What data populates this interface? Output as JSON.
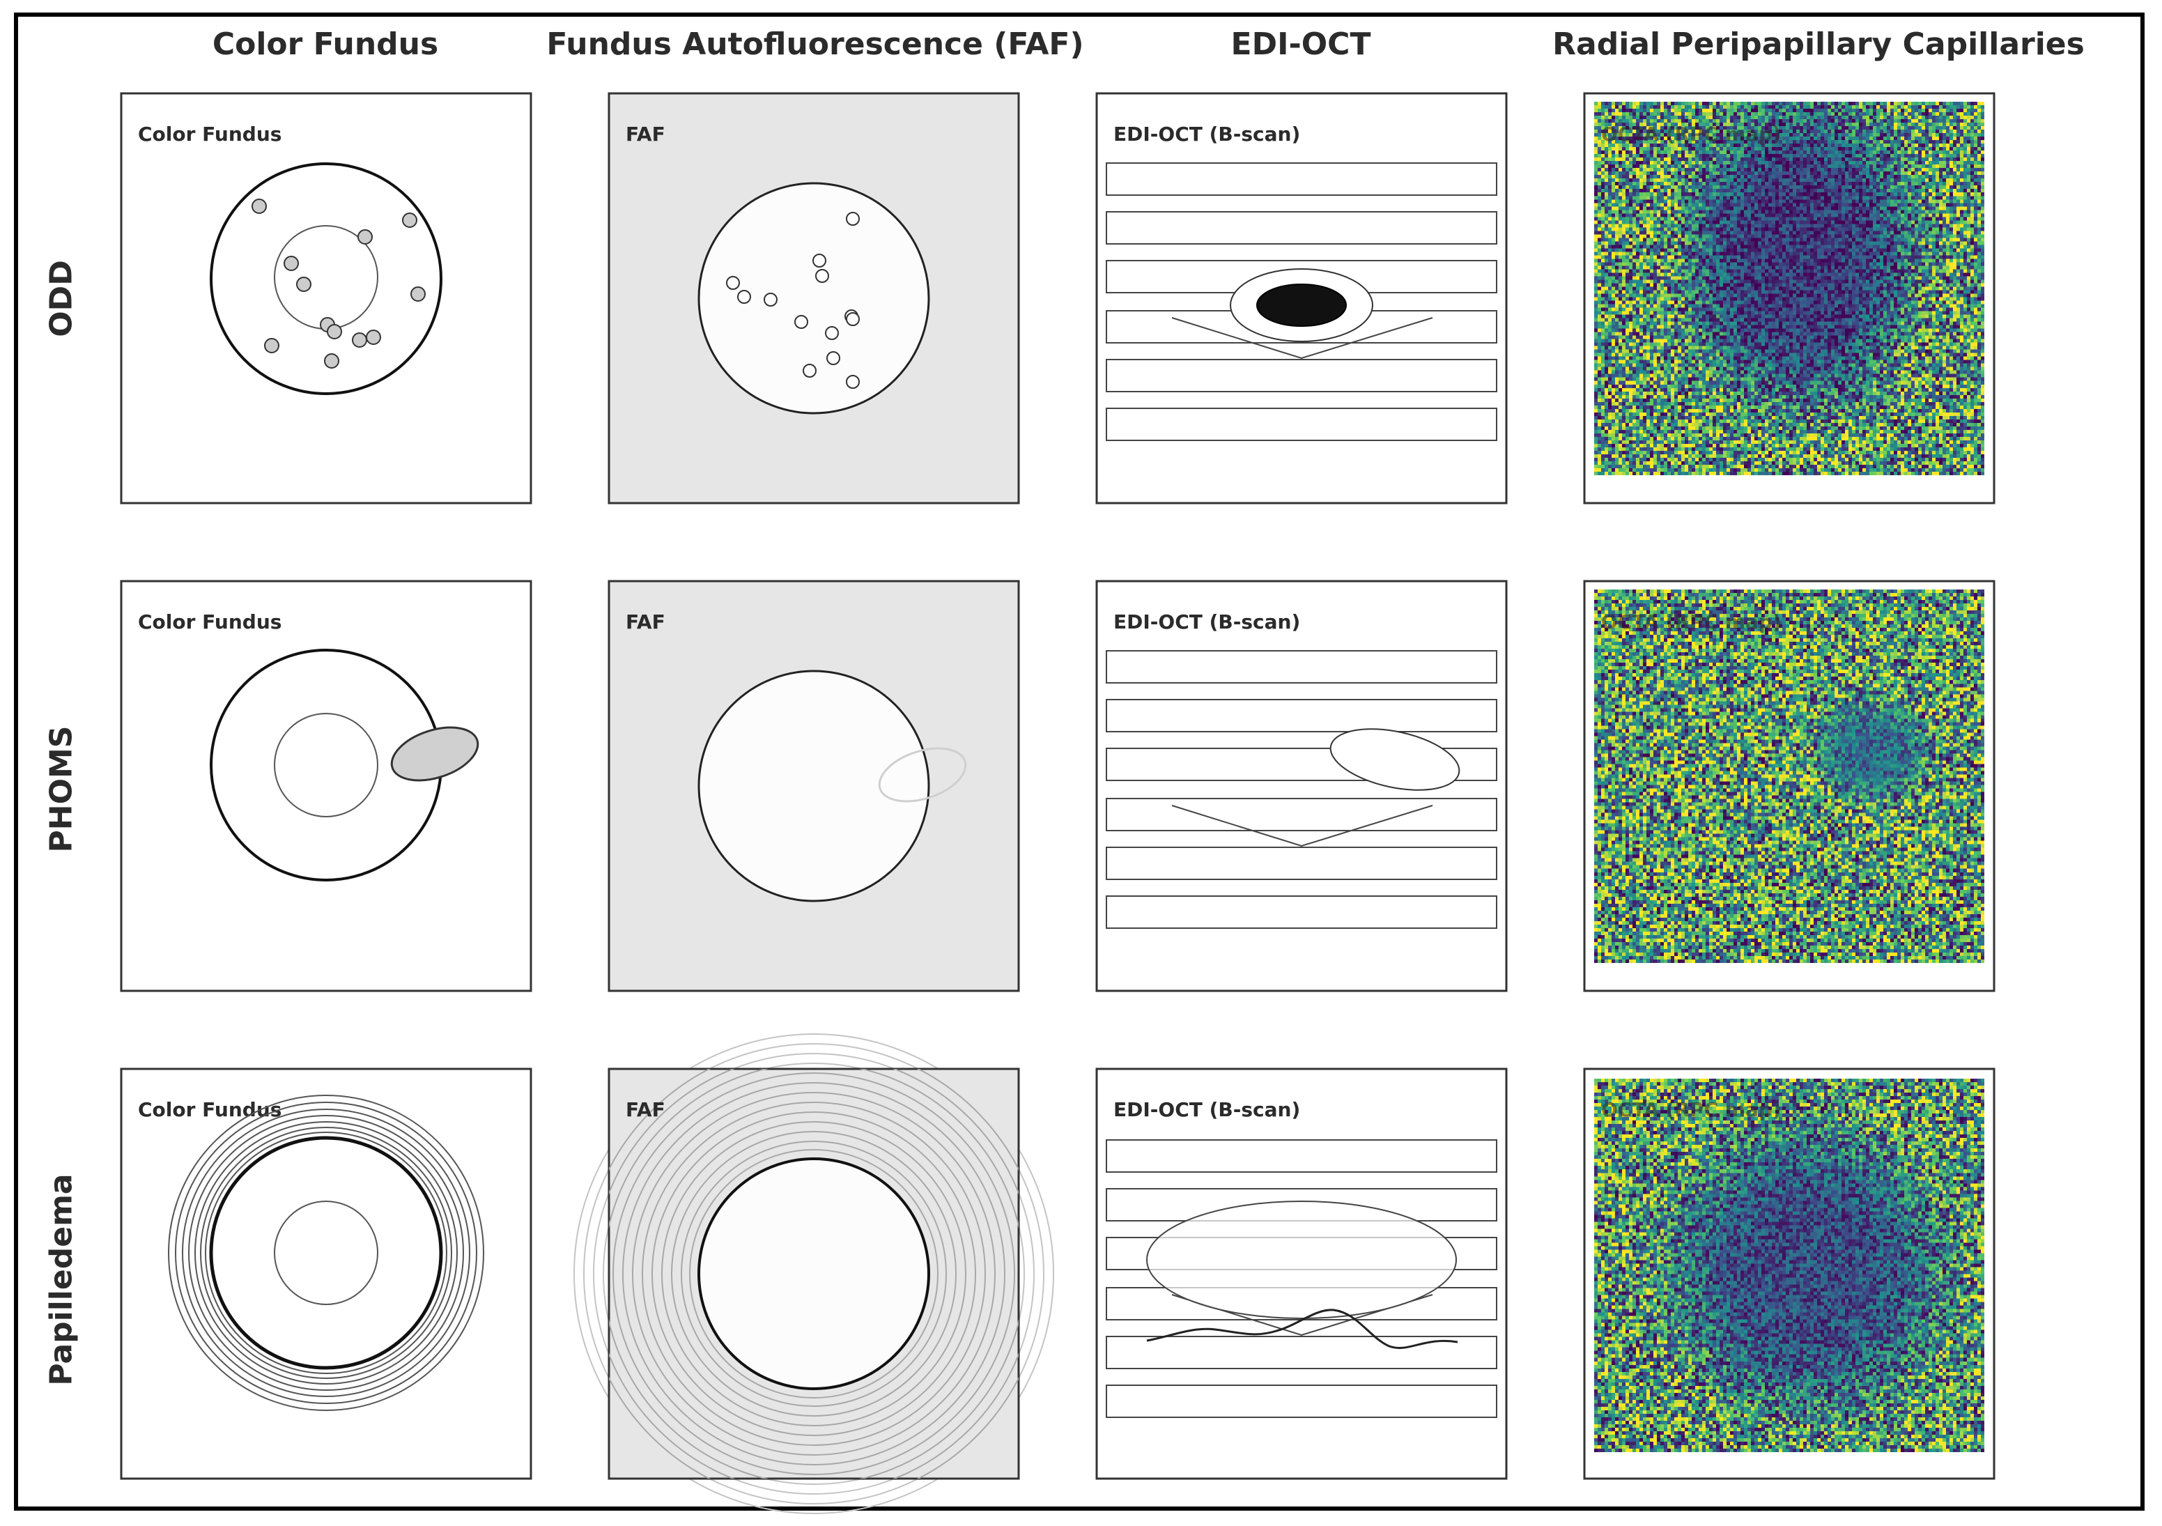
{
  "columns": [
    {
      "title": "Color Fundus"
    },
    {
      "title": "Fundus Autofluorescence (FAF)"
    },
    {
      "title": "EDI-OCT"
    },
    {
      "title": "Radial Peripapillary Capillaries"
    }
  ],
  "rows": [
    {
      "title": "ODD",
      "panels": {
        "fundus": "Color Fundus",
        "faf": "FAF",
        "oct": "EDI-OCT (B-scan)",
        "octa": "OCTA (RPC map)"
      }
    },
    {
      "title": "PHOMS",
      "panels": {
        "fundus": "Color Fundus",
        "faf": "FAF",
        "oct": "EDI-OCT (B-scan)",
        "octa": "OCTA (RPC map)"
      }
    },
    {
      "title": "Papilledema",
      "panels": {
        "fundus": "Color Fundus",
        "faf": "FAF",
        "oct": "EDI-OCT (B-scan)",
        "octa": "OCTA (RPC map)"
      }
    }
  ],
  "colors": {
    "panel_stroke": "#333333",
    "faf_background": "#e6e6e6",
    "drusen_fill": "#cccccc",
    "octa_low": "#440154",
    "octa_mid": "#21918c",
    "octa_high": "#fde725"
  }
}
